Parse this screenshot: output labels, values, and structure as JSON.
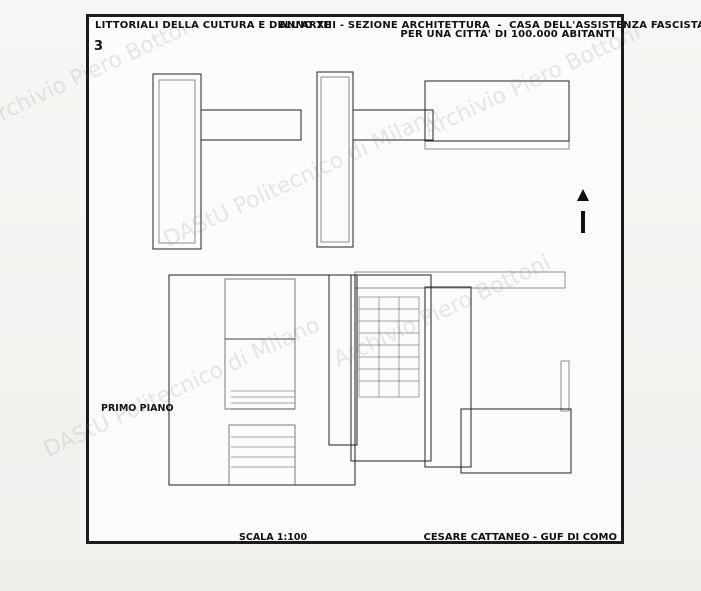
{
  "header": {
    "left": "LITTORIALI DELLA CULTURA E DELL'ARTE",
    "center": "ANNO XIII - SEZIONE ARCHITETTURA",
    "right_line1": "CASA DELL'ASSISTENZA FASCISTA",
    "right_line2": "PER UNA CITTA' DI 100.000 ABITANTI"
  },
  "sheet_number": "3",
  "floor_label": "PRIMO PIANO",
  "scale": "SCALA 1:100",
  "author": "CESARE CATTANEO - GUF DI COMO",
  "watermarks": [
    "Archivio Piero Bottoni",
    "DAStU Politecnico di Milano"
  ]
}
